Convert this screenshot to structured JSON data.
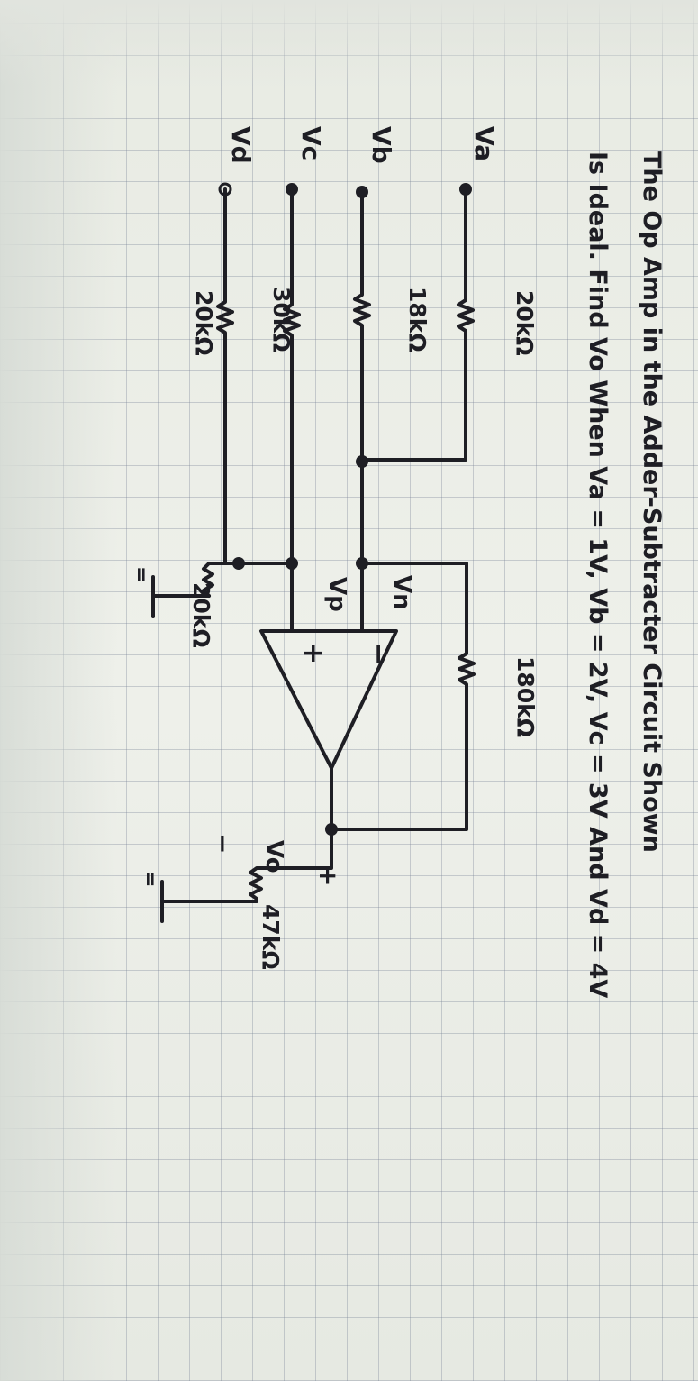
{
  "problem": {
    "line1": "The Op Amp in the Adder-Subtracter Circuit Shown",
    "line2": "Is Ideal. Find Vo When Va = 1V, Vb = 2V, Vc = 3V And Vd = 4V"
  },
  "inputs": {
    "va": "Va",
    "vb": "Vb",
    "vc": "Vc",
    "vd": "Vd"
  },
  "resistors": {
    "ra": "20kΩ",
    "rb": "18kΩ",
    "rc": "30kΩ",
    "rd": "20kΩ",
    "rg": "20kΩ",
    "rf": "180kΩ",
    "rl": "47kΩ"
  },
  "nodes": {
    "vn": "Vn",
    "vp": "Vp",
    "vo": "Vo"
  },
  "opamp": {
    "minus": "−",
    "plus": "+"
  },
  "output": {
    "plus": "+",
    "minus": "−"
  },
  "ground_symbol": "="
}
